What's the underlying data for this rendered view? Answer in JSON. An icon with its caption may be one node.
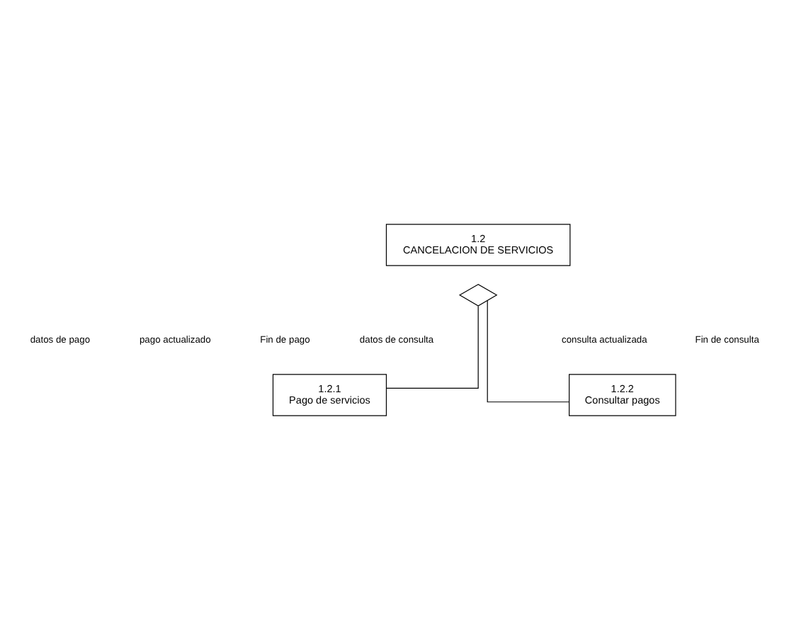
{
  "diagram": {
    "nodes": [
      {
        "text": [
          "1.2",
          "CANCELACION DE SERVICIOS"
        ]
      },
      {
        "text": [],
        "shape": "diamond"
      },
      {
        "text": [
          "1.2.1",
          "Pago de servicios"
        ]
      },
      {
        "text": [
          "1.2.2",
          "Consultar pagos"
        ]
      }
    ],
    "edges": [
      {
        "from": 1,
        "to": 2,
        "arrow": "none"
      },
      {
        "from": 1,
        "to": 3,
        "arrow": "none"
      }
    ],
    "labels": [
      "datos de pago",
      "pago actualizado",
      "Fin de pago",
      "datos de consulta",
      "consulta actualizada",
      "Fin de consulta"
    ]
  }
}
